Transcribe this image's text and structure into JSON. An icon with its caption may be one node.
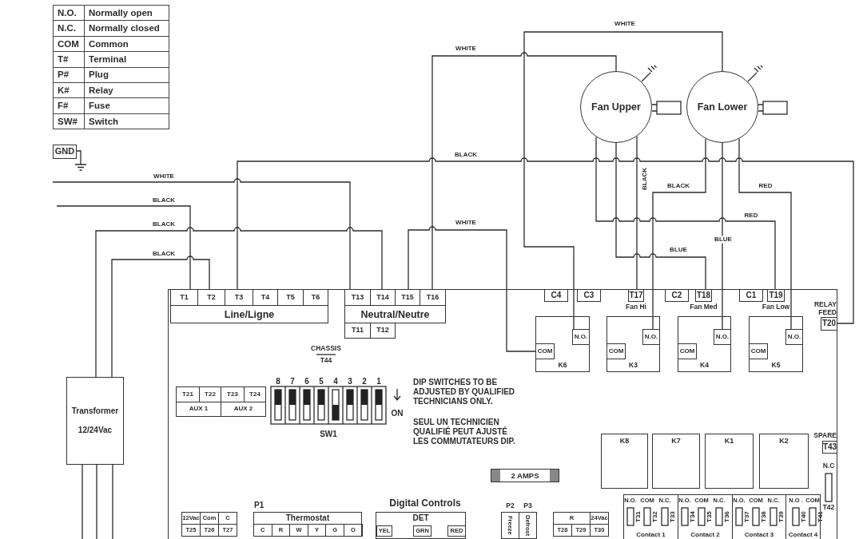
{
  "diagram": {
    "nodes": [
      {
        "text": [
          "GND"
        ]
      },
      {
        "text": [],
        "shape": "box"
      },
      {
        "text": [
          "Line/Ligne"
        ],
        "in": 1
      },
      {
        "text": [
          "T1"
        ],
        "in": 2
      },
      {
        "text": [
          "T2"
        ],
        "in": 2
      },
      {
        "text": [
          "T3"
        ],
        "in": 2
      },
      {
        "text": [
          "T4"
        ],
        "in": 2
      },
      {
        "text": [
          "T5"
        ],
        "in": 2
      },
      {
        "text": [
          "T6"
        ],
        "in": 2
      },
      {
        "text": [
          "Neutral/Neutre"
        ],
        "in": 1
      },
      {
        "text": [
          "T13"
        ],
        "in": 9
      },
      {
        "text": [
          "T14"
        ],
        "in": 9
      },
      {
        "text": [
          "T15"
        ],
        "in": 9
      },
      {
        "text": [
          "T16"
        ],
        "in": 9
      },
      {
        "text": [
          "T11"
        ],
        "in": 1
      },
      {
        "text": [
          "T12"
        ],
        "in": 1
      },
      {
        "text": [
          "Fan Upper"
        ]
      },
      {
        "text": [
          "Fan Lower"
        ]
      },
      {
        "text": [
          "C4"
        ],
        "in": 1
      },
      {
        "text": [
          "C3"
        ],
        "in": 1
      },
      {
        "text": [
          "T17"
        ],
        "in": 1,
        "beside": [
          "Fan Hi"
        ]
      },
      {
        "text": [
          "C2"
        ],
        "in": 1
      },
      {
        "text": [
          "T18"
        ],
        "in": 1,
        "beside": [
          "Fan Med"
        ]
      },
      {
        "text": [
          "C1"
        ],
        "in": 1
      },
      {
        "text": [
          "T19"
        ],
        "in": 1,
        "beside": [
          "Fan Low"
        ]
      },
      {
        "text": [
          "K6"
        ],
        "in": 1
      },
      {
        "text": [
          "N.O."
        ],
        "in": 25
      },
      {
        "text": [
          "COM"
        ],
        "in": 25
      },
      {
        "text": [
          "K3"
        ],
        "in": 1
      },
      {
        "text": [
          "N.O."
        ],
        "in": 28
      },
      {
        "text": [
          "COM"
        ],
        "in": 28
      },
      {
        "text": [
          "K4"
        ],
        "in": 1
      },
      {
        "text": [
          "N.O."
        ],
        "in": 31
      },
      {
        "text": [
          "COM"
        ],
        "in": 31
      },
      {
        "text": [
          "K5"
        ],
        "in": 1
      },
      {
        "text": [
          "N.O."
        ],
        "in": 34
      },
      {
        "text": [
          "COM"
        ],
        "in": 34
      },
      {
        "text": [
          "T20"
        ],
        "in": 1,
        "beside": [
          "RELAY FEED"
        ]
      },
      {
        "text": [
          "Transformer",
          "12/24Vac"
        ]
      },
      {
        "text": [
          "T21"
        ],
        "in": 1
      },
      {
        "text": [
          "T22"
        ],
        "in": 1
      },
      {
        "text": [
          "T23"
        ],
        "in": 1
      },
      {
        "text": [
          "T24"
        ],
        "in": 1
      },
      {
        "text": [
          "AUX 1"
        ],
        "in": 1
      },
      {
        "text": [
          "AUX 2"
        ],
        "in": 1
      },
      {
        "text": [
          "2 AMPS"
        ],
        "in": 1
      },
      {
        "text": [
          "K8"
        ],
        "in": 1
      },
      {
        "text": [
          "K7"
        ],
        "in": 1
      },
      {
        "text": [
          "K1"
        ],
        "in": 1
      },
      {
        "text": [
          "K2"
        ],
        "in": 1
      },
      {
        "text": [
          "T43"
        ],
        "in": 1,
        "beside": [
          "SPARE"
        ]
      },
      {
        "text": [
          "Contact 1"
        ],
        "in": 1
      },
      {
        "text": [
          "Contact 2"
        ],
        "in": 1
      },
      {
        "text": [
          "Contact 3"
        ],
        "in": 1
      },
      {
        "text": [
          "Contact 4"
        ],
        "in": 1
      },
      {
        "text": [
          "Thermostat"
        ],
        "in": 1,
        "beside": [
          "P1"
        ]
      },
      {
        "text": [
          "DET"
        ],
        "in": 1
      },
      {
        "text": [
          "12Vac"
        ],
        "in": 1
      },
      {
        "text": [
          "Com"
        ],
        "in": 1
      },
      {
        "text": [
          "C"
        ],
        "in": 1
      },
      {
        "text": [
          "T25"
        ],
        "in": 1
      },
      {
        "text": [
          "T26"
        ],
        "in": 1
      },
      {
        "text": [
          "T27"
        ],
        "in": 1
      },
      {
        "text": [
          "C"
        ],
        "in": 55
      },
      {
        "text": [
          "R"
        ],
        "in": 55
      },
      {
        "text": [
          "W"
        ],
        "in": 55
      },
      {
        "text": [
          "Y"
        ],
        "in": 55
      },
      {
        "text": [
          "G"
        ],
        "in": 55
      },
      {
        "text": [
          "O"
        ],
        "in": 55
      },
      {
        "text": [
          "YEL"
        ],
        "in": 56
      },
      {
        "text": [
          "GRN"
        ],
        "in": 56
      },
      {
        "text": [
          "RED"
        ],
        "in": 56
      },
      {
        "text": [
          "Freeze"
        ],
        "in": 1,
        "beside": [
          "P2"
        ]
      },
      {
        "text": [
          "Defrost"
        ],
        "in": 1,
        "beside": [
          "P3"
        ]
      },
      {
        "text": [
          "R"
        ],
        "in": 1
      },
      {
        "text": [
          "24Vac"
        ],
        "in": 1
      },
      {
        "text": [
          "T28"
        ],
        "in": 1
      },
      {
        "text": [
          "T29"
        ],
        "in": 1
      },
      {
        "text": [
          "T30"
        ],
        "in": 1
      }
    ],
    "edges": [
      {
        "from": null,
        "to": 10,
        "arrow": "none",
        "label": "WHITE"
      },
      {
        "from": null,
        "to": 3,
        "arrow": "none",
        "label": "BLACK"
      },
      {
        "from": 38,
        "to": 11,
        "arrow": "none",
        "label": "BLACK"
      },
      {
        "from": 38,
        "to": 4,
        "arrow": "none",
        "label": "BLACK"
      },
      {
        "from": 5,
        "to": 37,
        "arrow": "none",
        "label": "BLACK"
      },
      {
        "from": 13,
        "to": 16,
        "arrow": "none",
        "label": "WHITE"
      },
      {
        "from": 17,
        "to": 26,
        "arrow": "none",
        "label": "WHITE"
      },
      {
        "from": 12,
        "to": 27,
        "arrow": "none",
        "label": "WHITE"
      },
      {
        "from": 16,
        "to": 24,
        "arrow": "none",
        "label": "RED"
      },
      {
        "from": 16,
        "to": 22,
        "arrow": "none",
        "label": "BLUE"
      },
      {
        "from": 16,
        "to": 20,
        "arrow": "none",
        "label": "BLACK"
      },
      {
        "from": 17,
        "to": 29,
        "arrow": "none",
        "label": "BLACK"
      },
      {
        "from": 17,
        "to": 32,
        "arrow": "none",
        "label": "BLUE"
      },
      {
        "from": 17,
        "to": 35,
        "arrow": "none",
        "label": "RED"
      },
      {
        "from": 38,
        "to": null,
        "arrow": "none"
      },
      {
        "from": 38,
        "to": null,
        "arrow": "none"
      },
      {
        "from": 38,
        "to": null,
        "arrow": "none"
      }
    ],
    "labels": [
      "N.O.",
      "Normally open",
      "N.C.",
      "Normally closed",
      "COM",
      "Common",
      "T#",
      "Terminal",
      "P#",
      "Plug",
      "K#",
      "Relay",
      "F#",
      "Fuse",
      "SW#",
      "Switch",
      "CHASSIS",
      "T44",
      "8",
      "7",
      "6",
      "5",
      "4",
      "3",
      "2",
      "1",
      "ON",
      "SW1",
      "DIP SWITCHES TO BE ADJUSTED BY QUALIFIED TECHNICIANS ONLY.",
      "SEUL UN TECHNICIEN QUALIFIÉ PEUT AJUSTÉ LES COMMUTATEURS DIP.",
      "N.C",
      "N.O.",
      "COM",
      "N.C.",
      "N.O.",
      "COM",
      "N.C.",
      "N.O.",
      "COM",
      "N.C.",
      "N.O .",
      "COM",
      "T31",
      "T32",
      "T33",
      "T34",
      "T35",
      "T36",
      "T37",
      "T38",
      "T39",
      "T40",
      "T41",
      "T42",
      "Digital Controls"
    ]
  }
}
